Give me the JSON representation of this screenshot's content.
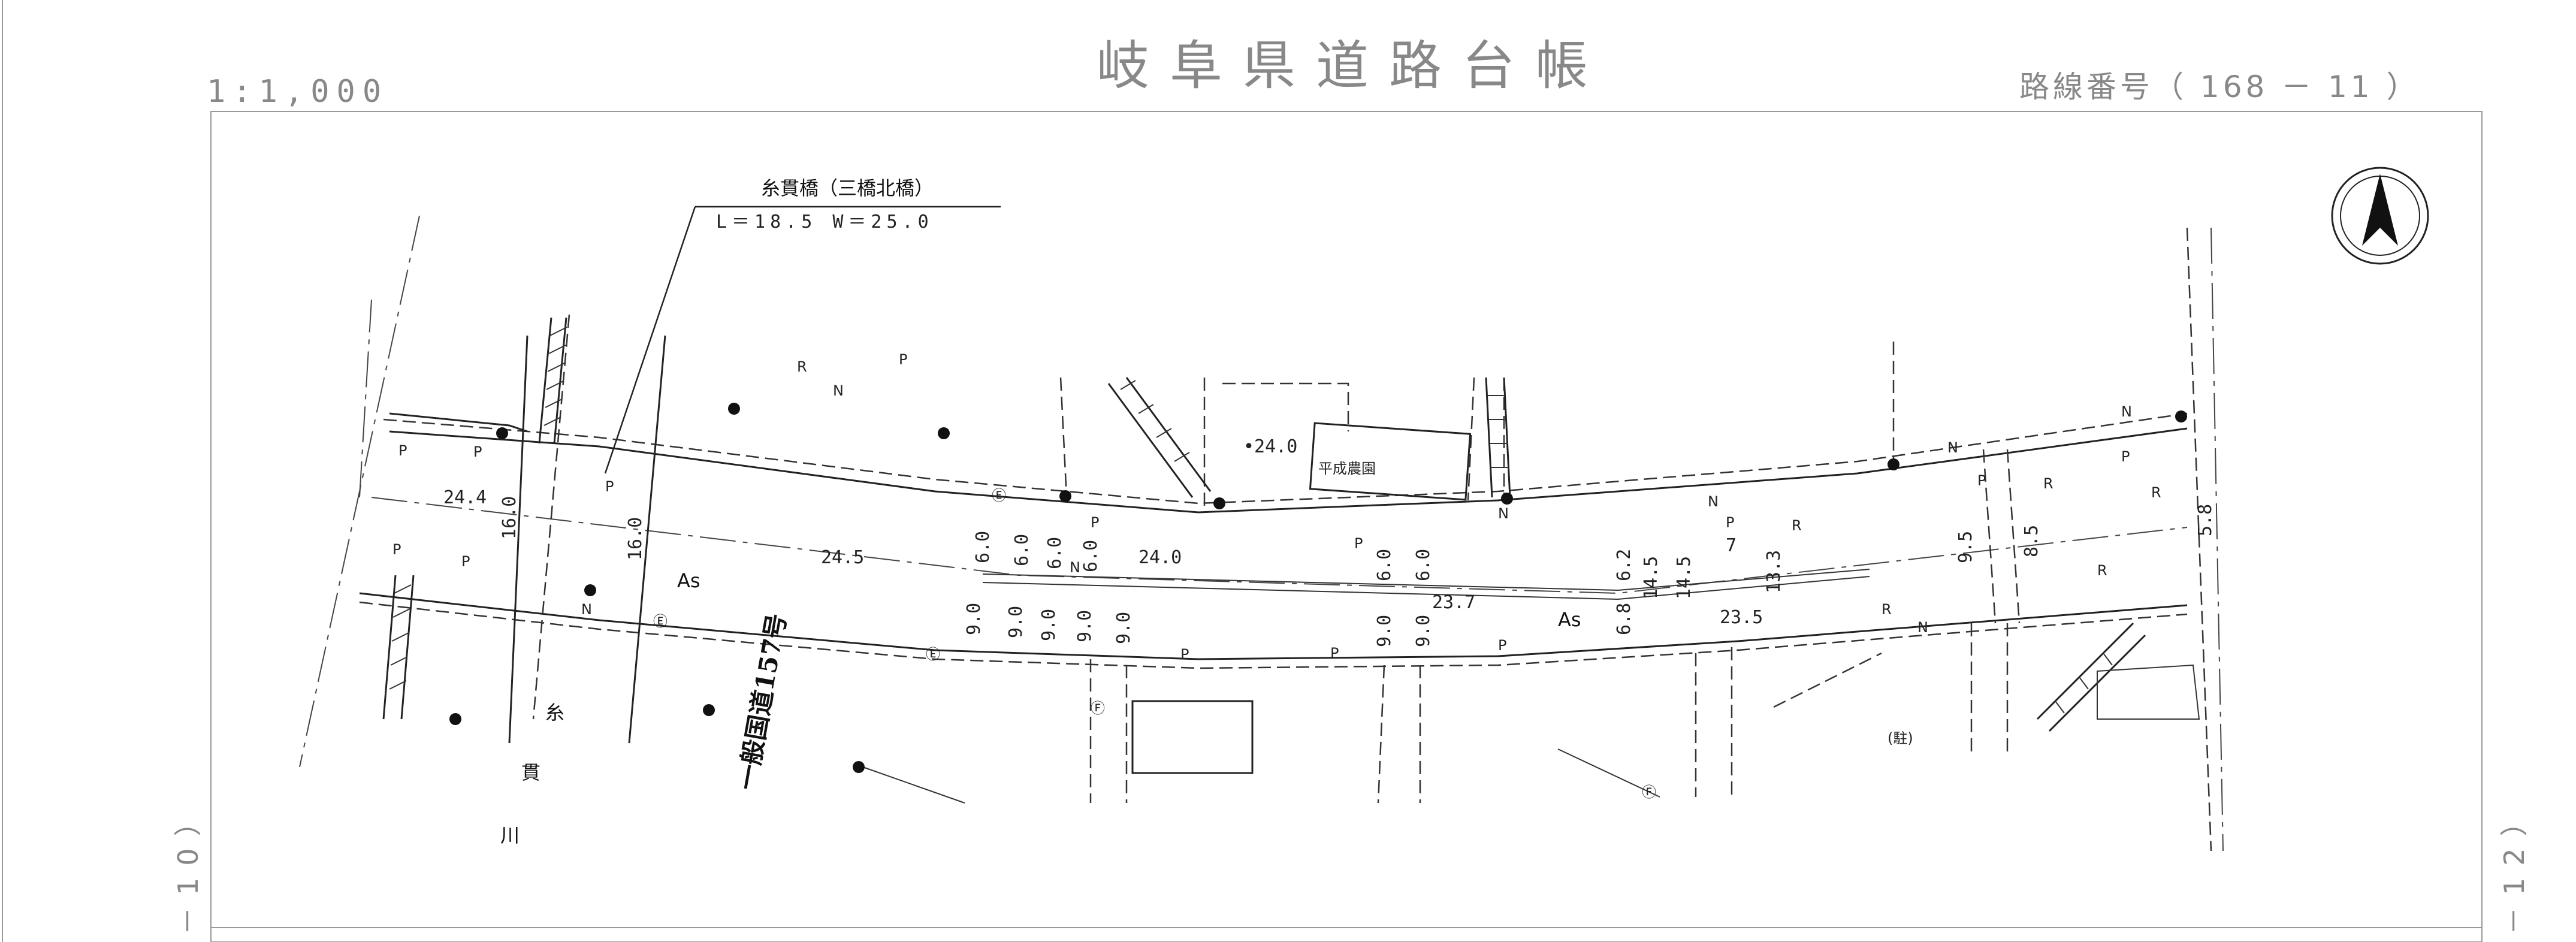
{
  "header": {
    "scale": "1:1,000",
    "title": "岐阜県道路台帳",
    "route_number": "路線番号（ 168 － 11 ）"
  },
  "sheet_refs": {
    "left": "－10）",
    "right": "－12）"
  },
  "bridge": {
    "name": "糸貫橋（三橋北橋）",
    "dimensions": "L＝18.5 W＝25.0"
  },
  "labels": {
    "route_name": "一般国道157号",
    "river_1": "糸",
    "river_2": "貫",
    "river_3": "川",
    "facility": "平成農園",
    "parking": "(駐)",
    "surface_1": "As",
    "surface_2": "As",
    "elev_1": "•24.0",
    "elev_2": "24.0",
    "elev_3": "23.7",
    "elev_4": "23.5",
    "elev_5": "24.4",
    "elev_6": "24.5",
    "num_7": "7"
  },
  "widths": {
    "w_16a": "16.0",
    "w_16b": "16.0",
    "w_6a": "6.0",
    "w_6b": "6.0",
    "w_6c": "6.0",
    "w_6d": "6.0",
    "w_6e": "6.0",
    "w_6f": "6.0",
    "w_9a": "9.0",
    "w_9b": "9.0",
    "w_9c": "9.0",
    "w_9d": "9.0",
    "w_9e": "9.0",
    "w_9f": "9.0",
    "w_9g": "9.0",
    "w_62": "6.2",
    "w_68": "6.8",
    "w_145a": "14.5",
    "w_145b": "14.5",
    "w_133": "13.3",
    "w_95": "9.5",
    "w_85": "8.5",
    "w_58": "5.8"
  },
  "symbols": {
    "p": "P",
    "r": "R",
    "n": "N",
    "e": "Ⓔ",
    "f": "Ⓕ"
  },
  "colors": {
    "ink": "#222222",
    "header": "#888888",
    "paper": "#ffffff"
  },
  "icons": {
    "north": "north-arrow-icon"
  }
}
